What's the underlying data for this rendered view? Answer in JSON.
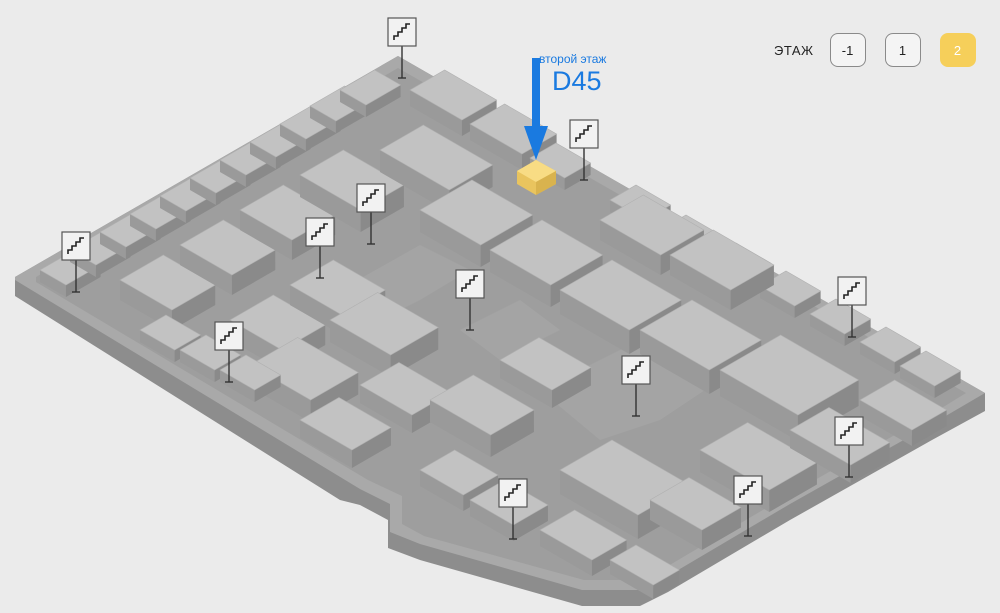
{
  "floor_switcher": {
    "label": "ЭТАЖ",
    "floors": [
      {
        "label": "-1",
        "active": false
      },
      {
        "label": "1",
        "active": false
      },
      {
        "label": "2",
        "active": true
      }
    ]
  },
  "callout": {
    "subtitle": "второй этаж",
    "code": "D45"
  },
  "colors": {
    "background": "#ebebeb",
    "block_top": "#bdbdbd",
    "block_side": "#8f8f8f",
    "floor": "#a7a7a7",
    "highlight": "#f6d877",
    "arrow": "#1a7ae0",
    "active_floor": "#f6cf5a"
  },
  "icons": {
    "stairs": "stairs-icon"
  }
}
